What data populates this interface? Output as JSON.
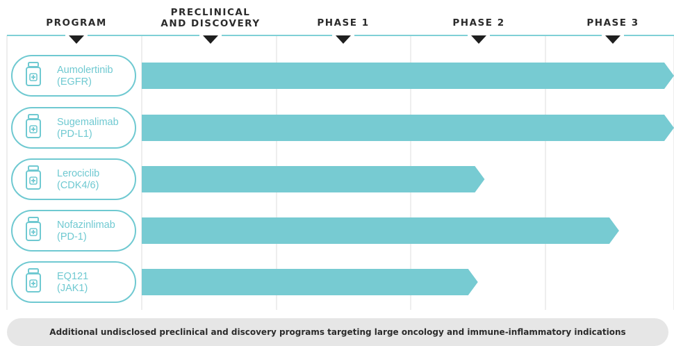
{
  "chart_data": {
    "type": "bar",
    "title": "",
    "stages": [
      "PRECLINICAL AND DISCOVERY",
      "PHASE 1",
      "PHASE 2",
      "PHASE 3"
    ],
    "headers": {
      "program": "PROGRAM",
      "preclinical_line1": "PRECLINICAL",
      "preclinical_line2": "AND DISCOVERY",
      "phase1": "PHASE 1",
      "phase2": "PHASE 2",
      "phase3": "PHASE 3"
    },
    "programs": [
      {
        "name": "Aumolertinib",
        "target": "(EGFR)",
        "progress": 4.0
      },
      {
        "name": "Sugemalimab",
        "target": "(PD-L1)",
        "progress": 4.0
      },
      {
        "name": "Lerociclib",
        "target": "(CDK4/6)",
        "progress": 2.55
      },
      {
        "name": "Nofazinlimab",
        "target": "(PD-1)",
        "progress": 3.55
      },
      {
        "name": "EQ121",
        "target": "(JAK1)",
        "progress": 2.5
      }
    ],
    "progress_unit": "stage columns completed (0 = start of Preclinical, 4 = end of Phase 3)",
    "colors": {
      "bar": "#77cbd2",
      "accent": "#6fc9d1",
      "header_line": "#7fd0d6",
      "grid": "#dcdcdc",
      "text": "#2b2b2b"
    },
    "icon": "medicine-bottle-icon"
  },
  "footer": "Additional undisclosed preclinical and discovery programs targeting large oncology and immune-inflammatory indications"
}
